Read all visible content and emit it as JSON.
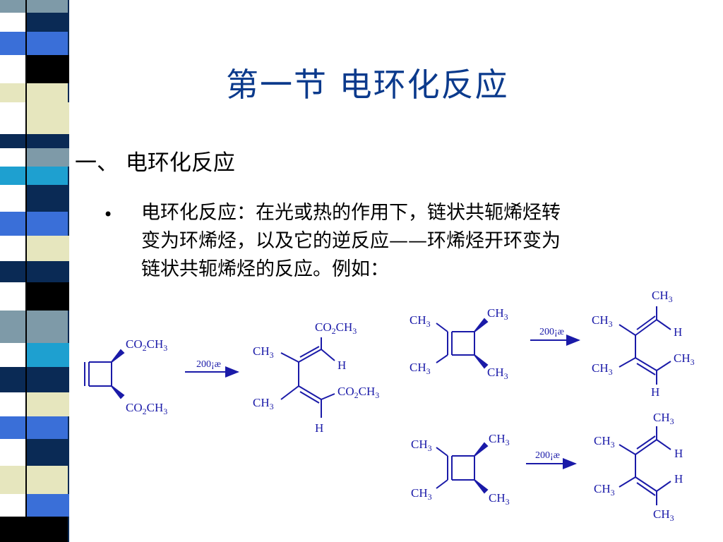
{
  "slide": {
    "title": "第一节  电环化反应",
    "section_heading": "一、 电环化反应",
    "bullet_lines": [
      "电环化反应：在光或热的作用下，链状共轭烯烃转",
      "变为环烯烃，以及它的逆反应——环烯烃开环变为",
      "链状共轭烯烃的反应。例如："
    ]
  },
  "colors": {
    "title": "#0b3a8c",
    "chem_lines": "#1a1aa8",
    "stripe_dark": "#0a2a55",
    "stripe_blue": "#3a6fd8",
    "stripe_cyan": "#1ea0d0",
    "stripe_cream": "#e6e6be",
    "stripe_gray": "#7e9aa8",
    "stripe_black": "#000000"
  },
  "reactions": {
    "r1": {
      "reactant": {
        "top": "CO2CH3",
        "bottom": "CO2CH3"
      },
      "condition": "200¡æ",
      "product": {
        "top_left": "CH3",
        "top_right": "CO2CH3",
        "top_h": "H",
        "bottom_left": "CH3",
        "bottom_right": "CO2CH3",
        "bottom_h": "H"
      }
    },
    "r2": {
      "reactant": {
        "tl": "CH3",
        "tr": "CH3",
        "bl": "CH3",
        "br": "CH3"
      },
      "condition": "200¡æ",
      "product": {
        "top": "CH3",
        "left1": "CH3",
        "h1": "H",
        "left2": "CH3",
        "right2": "CH3",
        "h2": "H"
      }
    },
    "r3": {
      "reactant": {
        "tl": "CH3",
        "tr": "CH3",
        "bl": "CH3",
        "br": "CH3"
      },
      "condition": "200¡æ",
      "product": {
        "top": "CH3",
        "left1": "CH3",
        "h1": "H",
        "h2": "H",
        "left2": "CH3",
        "bottom": "CH3"
      }
    }
  }
}
